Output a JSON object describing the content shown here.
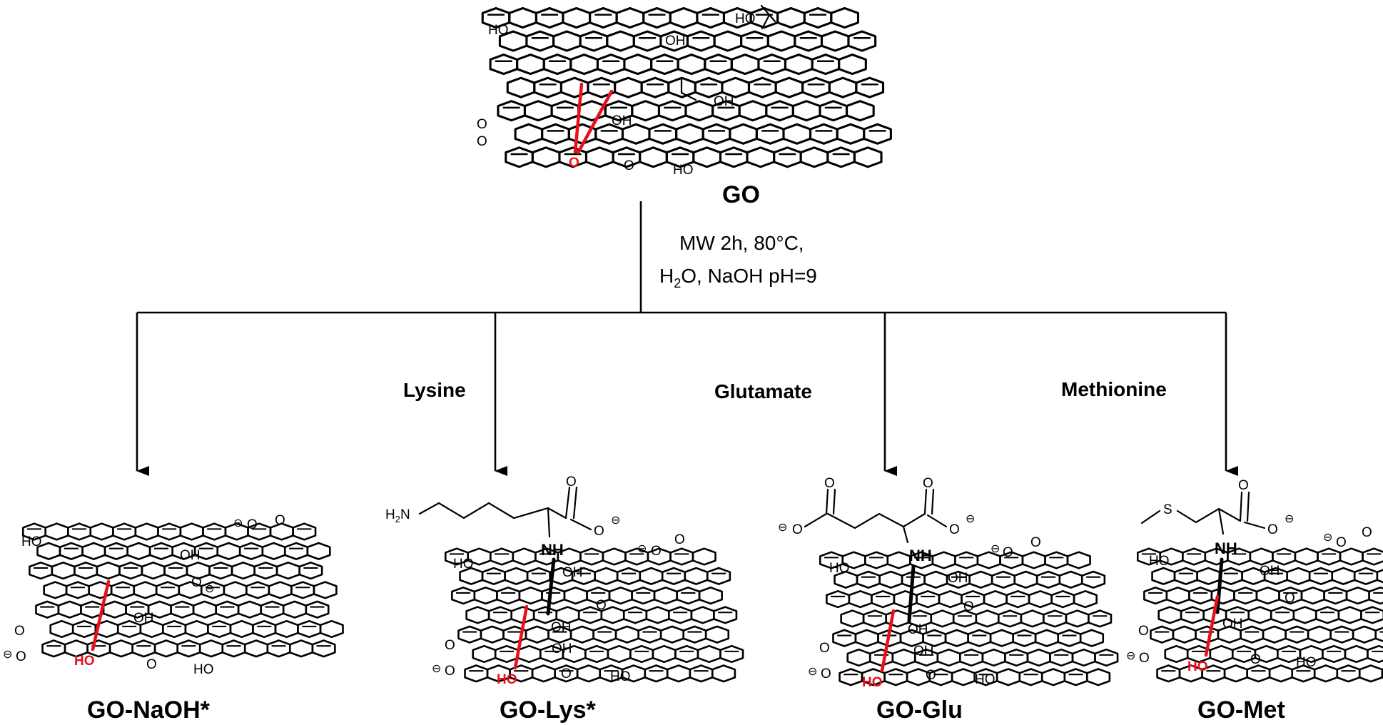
{
  "start": {
    "label": "GO",
    "groups": {
      "oh": "OH",
      "ho": "HO",
      "o": "O"
    }
  },
  "conditions": {
    "line1": "MW 2h, 80°C,",
    "line2_prefix": "H",
    "line2_sub": "2",
    "line2_suffix": "O, NaOH pH=9"
  },
  "reagents": [
    "",
    "Lysine",
    "Glutamate",
    "Methionine"
  ],
  "products": [
    {
      "label": "GO-NaOH*",
      "side_chain": "none"
    },
    {
      "label": "GO-Lys*",
      "side_chain": "lysine",
      "amine_h": "H",
      "amine_sub": "2",
      "amine_n": "N"
    },
    {
      "label": "GO-Glu",
      "side_chain": "glutamate"
    },
    {
      "label": "GO-Met",
      "side_chain": "methionine",
      "sulfur": "S"
    }
  ],
  "labels": {
    "nh": "NH",
    "ho": "HO",
    "oh": "OH",
    "o": "O",
    "minus": "⊖"
  },
  "colors": {
    "epoxide": "#e8101a",
    "ink": "#000000",
    "background": "#ffffff"
  }
}
